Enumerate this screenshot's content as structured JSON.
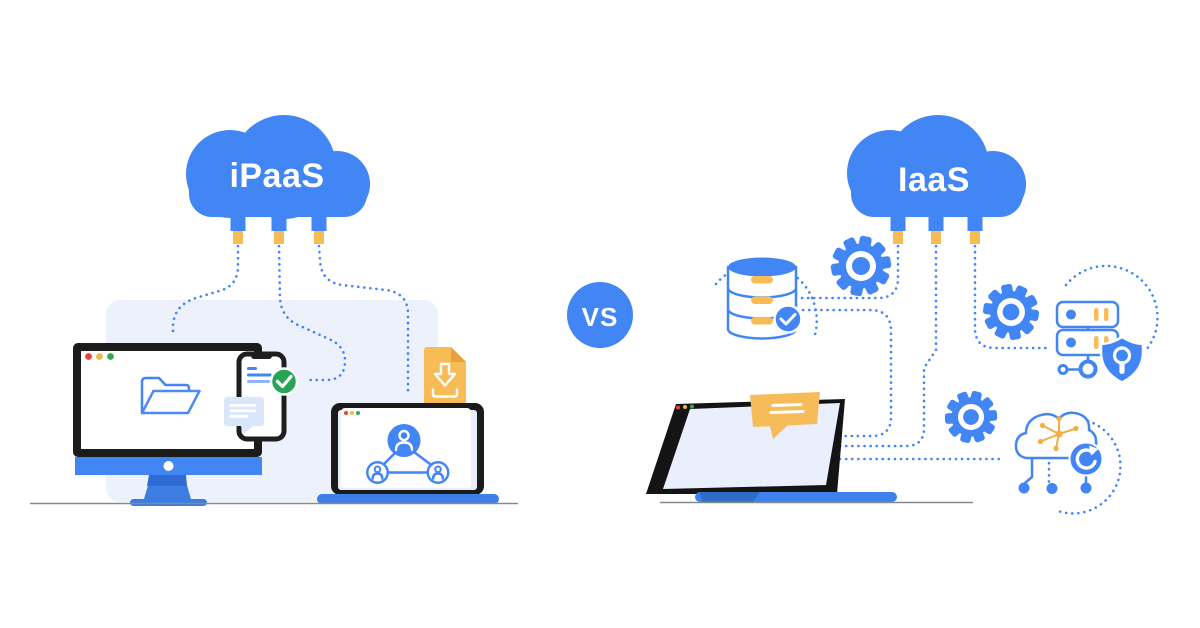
{
  "versus": {
    "label": "VS"
  },
  "left_scene": {
    "cloud_label": "iPaaS",
    "icons": [
      "cloud-icon",
      "plug-connector-icon",
      "desktop-monitor",
      "open-folder-icon",
      "smartphone",
      "check-badge-icon",
      "chat-bubble-icon",
      "download-document-icon",
      "laptop",
      "user-network-icon"
    ]
  },
  "right_scene": {
    "cloud_label": "IaaS",
    "icons": [
      "cloud-icon",
      "plug-connector-icon",
      "database-icon",
      "gear-icon",
      "server-rack-icon",
      "security-shield-icon",
      "laptop",
      "speech-bubble-icon",
      "cloud-network-icon",
      "sync-arrow-icon"
    ]
  },
  "colors": {
    "primary_blue": "#4285F4",
    "dark_blue": "#2E6CC8",
    "panel_light_blue": "#ECF1FC",
    "screen_light_blue": "#E9EFFC",
    "accent_orange": "#F7BC55",
    "fold_orange": "#E9A13E",
    "success_green": "#27A455",
    "window_dot_red": "#E94335",
    "window_dot_yellow": "#F5B642",
    "window_dot_green": "#34A853",
    "ground_gray": "#85898F",
    "bubble_light_blue": "#D9E6FB"
  }
}
